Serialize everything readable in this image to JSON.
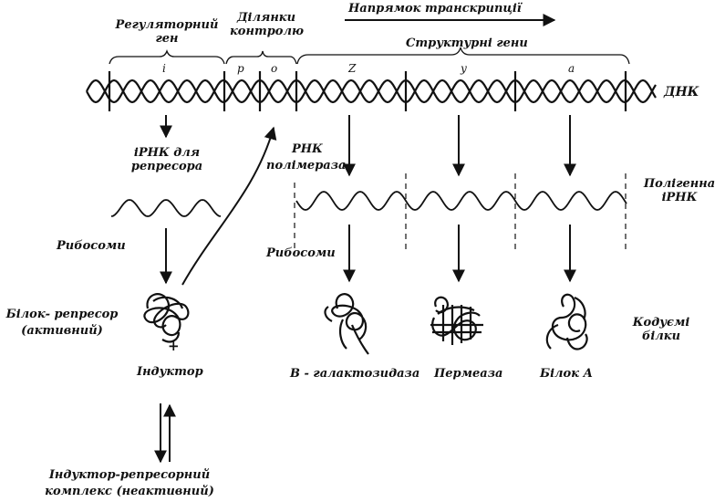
{
  "header": {
    "regulatory_gene_line1": "Регуляторний",
    "regulatory_gene_line2": "ген",
    "control_sites_line1": "Ділянки",
    "control_sites_line2": "контролю",
    "transcription_direction": "Напрямок транскрипції",
    "structural_genes": "Структурні гени"
  },
  "gene_letters": {
    "i": "i",
    "p": "p",
    "o": "o",
    "z": "Z",
    "y": "y",
    "a": "a"
  },
  "dna_label": "ДНК",
  "mrna_repressor_line1": "іРНК для",
  "mrna_repressor_line2": "репресора",
  "rna_polymerase_line1": "РНК",
  "rna_polymerase_line2": "полімераза",
  "polygenic_mrna_line1": "Полігенна",
  "polygenic_mrna_line2": "іРНК",
  "ribosomes_left": "Рибосоми",
  "ribosomes_right": "Рибосоми",
  "repressor_protein_line1": "Білок- репресор",
  "repressor_protein_line2": "(активний)",
  "inducer_plus": "+",
  "inducer": "Індуктор",
  "beta_galactosidase": "В - галактозидаза",
  "permease": "Пермеаза",
  "protein_a": "Білок А",
  "encoded_proteins_line1": "Кодуємі",
  "encoded_proteins_line2": "білки",
  "complex_line1": "Індуктор-репресорний",
  "complex_line2": "комплекс (неактивний)"
}
